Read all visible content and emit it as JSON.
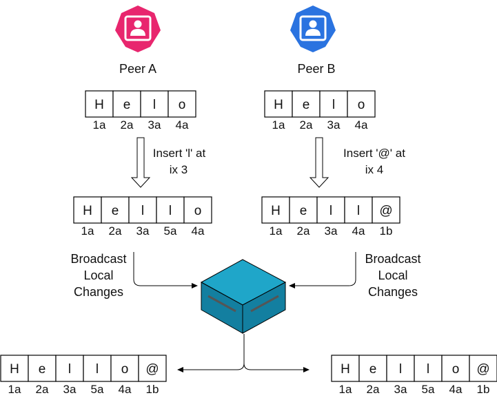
{
  "peers": {
    "a": {
      "label": "Peer A",
      "color": "#e8266e",
      "icon": "user-icon"
    },
    "b": {
      "label": "Peer B",
      "color": "#2a73e0",
      "icon": "user-icon"
    }
  },
  "arrays": {
    "peer_a_initial": {
      "chars": [
        "H",
        "e",
        "l",
        "o"
      ],
      "ids": [
        "1a",
        "2a",
        "3a",
        "4a"
      ]
    },
    "peer_b_initial": {
      "chars": [
        "H",
        "e",
        "l",
        "o"
      ],
      "ids": [
        "1a",
        "2a",
        "3a",
        "4a"
      ]
    },
    "peer_a_after": {
      "chars": [
        "H",
        "e",
        "l",
        "l",
        "o"
      ],
      "ids": [
        "1a",
        "2a",
        "3a",
        "5a",
        "4a"
      ]
    },
    "peer_b_after": {
      "chars": [
        "H",
        "e",
        "l",
        "l",
        "@"
      ],
      "ids": [
        "1a",
        "2a",
        "3a",
        "4a",
        "1b"
      ]
    },
    "merged_left": {
      "chars": [
        "H",
        "e",
        "l",
        "l",
        "o",
        "@"
      ],
      "ids": [
        "1a",
        "2a",
        "3a",
        "5a",
        "4a",
        "1b"
      ]
    },
    "merged_right": {
      "chars": [
        "H",
        "e",
        "l",
        "l",
        "o",
        "@"
      ],
      "ids": [
        "1a",
        "2a",
        "3a",
        "5a",
        "4a",
        "1b"
      ]
    }
  },
  "operations": {
    "a": {
      "line1": "Insert 'l' at",
      "line2": "ix 3"
    },
    "b": {
      "line1": "Insert '@' at",
      "line2": "ix 4"
    }
  },
  "broadcast": {
    "left": {
      "line1": "Broadcast",
      "line2": "Local",
      "line3": "Changes"
    },
    "right": {
      "line1": "Broadcast",
      "line2": "Local",
      "line3": "Changes"
    }
  },
  "server": {
    "icon": "server-box-icon",
    "top_color": "#1fa6c9",
    "side_color": "#137fa0"
  }
}
